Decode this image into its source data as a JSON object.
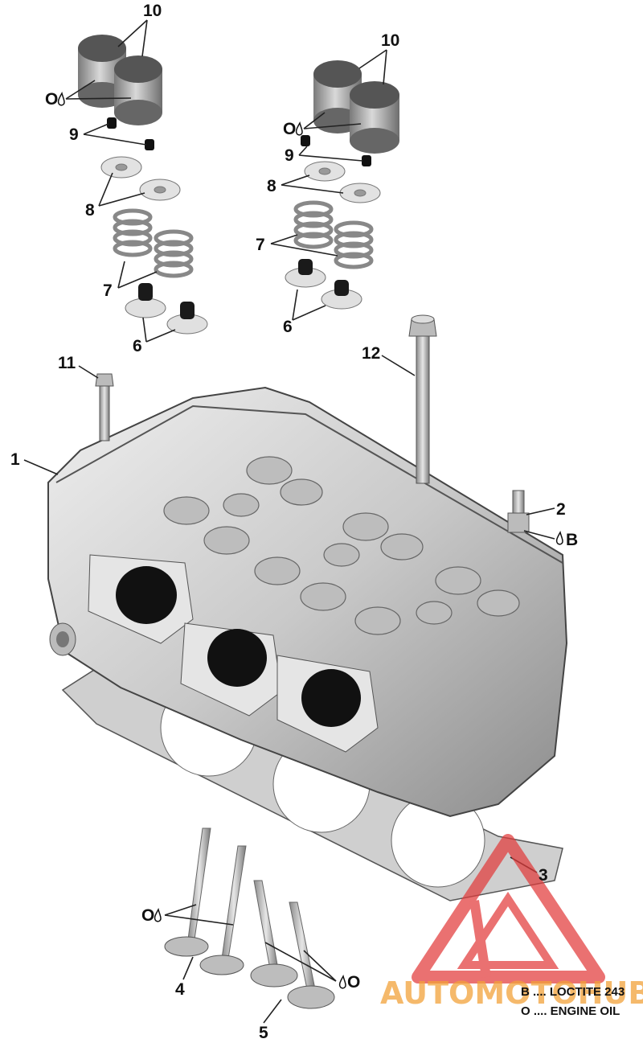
{
  "callouts": {
    "c1": "1",
    "c2": "2",
    "c3": "3",
    "c4": "4",
    "c5": "5",
    "c6a": "6",
    "c6b": "6",
    "c7a": "7",
    "c7b": "7",
    "c8a": "8",
    "c8b": "8",
    "c9a": "9",
    "c9b": "9",
    "c10a": "10",
    "c10b": "10",
    "c11": "11",
    "c12": "12"
  },
  "lube_marks": {
    "o1": "O",
    "o2": "O",
    "o3": "O",
    "o4": "O",
    "b1": "B"
  },
  "legend": {
    "line_b": "B .... LOCTITE 243",
    "line_o": "O .... ENGINE OIL"
  },
  "watermark": {
    "text": "AUTOMOTOHUB",
    "color": "#e23b3b",
    "accent": "#f2a23a"
  },
  "icons": [
    "oil-drop-icon",
    "watermark-logo-icon"
  ],
  "colors": {
    "part_fill": "#d8d8d8",
    "part_shadow": "#8a8a8a",
    "bore": "#111111"
  }
}
